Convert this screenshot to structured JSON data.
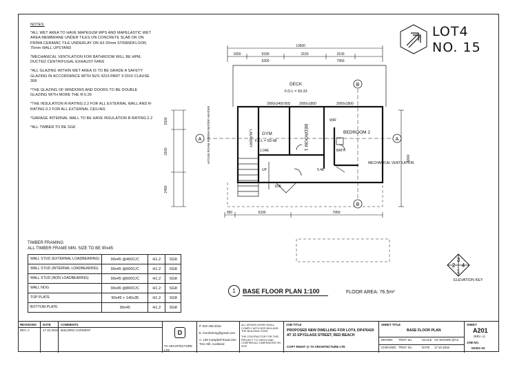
{
  "notes": {
    "heading": "NOTES:",
    "items": [
      "*ALL WET AREA TO HAVE MAPEGUM WPS AND MAPELASTIC WET AREA MEMBRANE UNDER TILES ON CONCRETE SLAB OR ON PRIMA CERAMIC TILE UNDERLAY ON H3 20mm STRANDFLOOR, 75mm WALL UPSTAND",
      "*MECHANICAL VENTILATION FOR BATHROOM WILL BE HPM, DUCTED CENTRIFUGAL EXHAUST FANS",
      "*ALL GLAZING WITHIN WET AREA IS TO BE GRADE A SAFETY GLAZING IN ACCORDANCE WITH NZS 4223:PART 3:2016 CLAUSE 308",
      "*THE GLAZING OF WINDOWS AND DOORS TO BE DOUBLE GLAZING WITH MORE THE R:0.26",
      "*THE INSULATION R-RATING:2.2 FOR ALL EXTERNAL WALL AND R-RATING:3.2 FOR ALL EXTERNAL CEILING",
      "*GARAGE INTERNAL WALL TO BE HAVE INSULATION R-RATING:2.2",
      "*ALL TIMBER TO BE SG8"
    ]
  },
  "lot": {
    "line1": "LOT4",
    "line2": "NO. 15"
  },
  "timber_framing": {
    "title": "TIMBER FRAMING",
    "subtitle": "ALL TIMBER FRAME MIN. SIZE TO BE 90x45",
    "rows": [
      [
        "WALL STUD (EXTERNAL LOADBEARING)",
        "90x45 @400C/C",
        "H1.2",
        "SG8"
      ],
      [
        "WALL STUD (INTERNAL LOADBEARING)",
        "90x45 @600C/C",
        "H1.2",
        "SG8"
      ],
      [
        "WALL STUD (NON LOADBEARING)",
        "90x45 @600C/C",
        "H1.2",
        "SG8"
      ],
      [
        "WALL NOG",
        "90x45 @800C/C",
        "H1.2",
        "SG8"
      ],
      [
        "TOP PLATE",
        "90x45 + 140x35",
        "H1.2",
        "SG8"
      ],
      [
        "BOTTOM PLATE",
        "90x45",
        "H1.2",
        "SG8"
      ]
    ]
  },
  "plan": {
    "number": "1",
    "title": "BASE FLOOR PLAN  1:100",
    "floor_area": "FLOOR AREA: 76.5m²",
    "elevation_key": "ELEVATION KEY",
    "ekey_numbers": [
      "3",
      "2",
      "4",
      "1"
    ],
    "deck": "DECK",
    "deck_fdl": "F.D.L = 50.33",
    "gym": "GYM",
    "gym_ffl": "F.F.L = 50.48",
    "laundry": "LAUNDRY",
    "bedroom1": "BEDROOM 1",
    "bedroom2": "BEDROOM 2",
    "bath": "BATH",
    "wir": "WIR",
    "up": "UP",
    "mech": "MECHANICAL VENTILATION",
    "hws": "H/O150 ROHM RHEEM WATER HEATER",
    "markers": [
      "A",
      "A",
      "B",
      "B"
    ],
    "dims_top": [
      "13600",
      "1650",
      "5330",
      "3150",
      "3100",
      "6300",
      "7950"
    ],
    "dims_bottom": [
      "950",
      "5330",
      "7950"
    ],
    "dims_left": [
      "1500",
      "3160",
      "2450"
    ],
    "dims_right": [
      "5840"
    ],
    "window_labels": [
      "2000x2400 BIS",
      "2000x1800",
      "2000x1800"
    ],
    "misc": [
      "5.4E",
      "1.04E",
      "1DB"
    ]
  },
  "title_block": {
    "rev_headers": [
      "REVISIONS",
      "DATE",
      "COMMENTS"
    ],
    "rev_row": [
      "REV. A",
      "17.10.2016",
      "BUILDING CONSENT"
    ],
    "company": "TX ARCHITECTURE LTD",
    "logo": "D",
    "contact": [
      "P. 022 338 2016",
      "E. leonlicheng@gmail.com",
      "A. 139 Campbell Road One Tree Hill, Auckland"
    ],
    "disclaimer": [
      "ALL DESIGN WORK SHALL COMPLY WITH NZS 3604 AND THE BUILDING CODE",
      "THE CONTRACTOR FOR THIS PROJECT TO CHECK AND CONFIRM ALL DIMENSIONS ON SITE"
    ],
    "job_title_label": "JOB TITLE",
    "job_title": "PROPOSED NEW DWELLING FOR LOT4, DP476420 AT 15 SPYGLASS STREET, RED BEACH",
    "copyright": "COPY RIGHT @ TX ARCHITECTURE LTD",
    "sheet_title_label": "SHEET TITLE",
    "sheet_title": "BASE FLOOR PLAN",
    "drawn_label": "DRAWN",
    "drawn": "TROY XU",
    "checked_label": "CHECKED",
    "checked": "TROY XU",
    "scale_label": "SCALE",
    "scale": "AS SHOWN @A3",
    "date_label": "DATE",
    "date": "17.10.2016",
    "sheet_label": "SHEET",
    "sheet_no": "A201",
    "rev": "(REV. A)",
    "job_label": "JOB NO.",
    "job_no": "N1021-15"
  }
}
